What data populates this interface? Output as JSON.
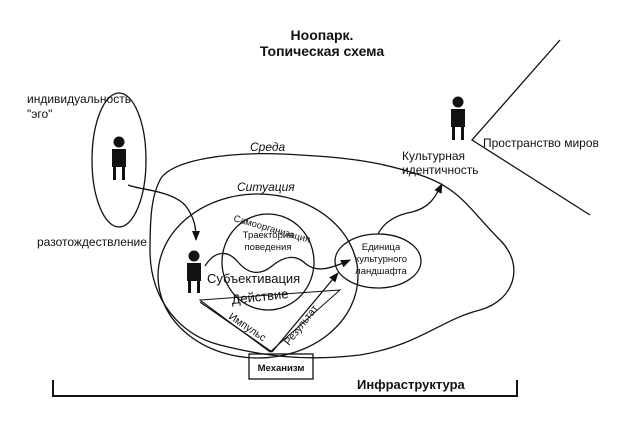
{
  "title": {
    "line1": "Ноопарк.",
    "line2": "Топическая схема"
  },
  "labels": {
    "individuality_line1": "индивидуальность",
    "individuality_line2": "\"эго\"",
    "environment": "Среда",
    "situation": "Ситуация",
    "self_organization": "Самоорганизация",
    "trajectory_line1": "Траектория",
    "trajectory_line2": "поведения",
    "disidentification": "разотождествление",
    "subjectivation": "Субъективация",
    "action": "Действие",
    "impulse": "Импульс",
    "result": "Результат",
    "mechanism": "Механизм",
    "unit_line1": "Единица",
    "unit_line2": "культурного",
    "unit_line3": "ландшафта",
    "cultural_identity_line1": "Культурная",
    "cultural_identity_line2": "идентичность",
    "space_of_worlds": "Пространство миров",
    "infrastructure": "Инфраструктура"
  },
  "icons": {
    "person": "person-icon"
  }
}
